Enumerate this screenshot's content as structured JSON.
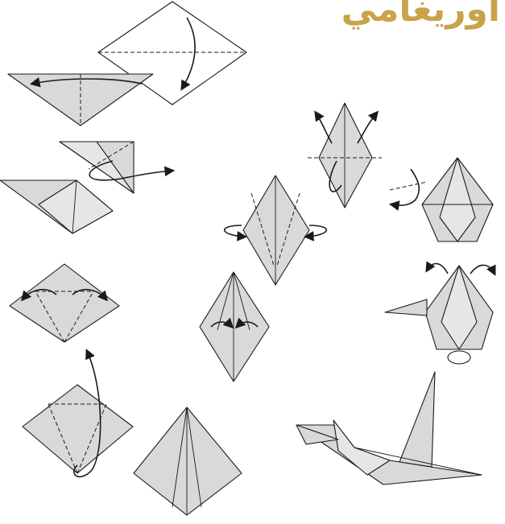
{
  "title": {
    "text": "اوريغامي",
    "color": "#c9a24a"
  },
  "colors": {
    "paper": "#d9d9d9",
    "outline": "#1a1a1a",
    "background": "#ffffff"
  },
  "steps": [
    "square-diagonal-fold",
    "triangle-fold",
    "small-triangle-fold",
    "squash-fold",
    "kite-folds",
    "petal-fold-up",
    "bird-base",
    "narrow-diamond",
    "inside-reverse-folds",
    "legs-folded-up",
    "crane-preliminary",
    "wings-spread",
    "finished-crane"
  ]
}
